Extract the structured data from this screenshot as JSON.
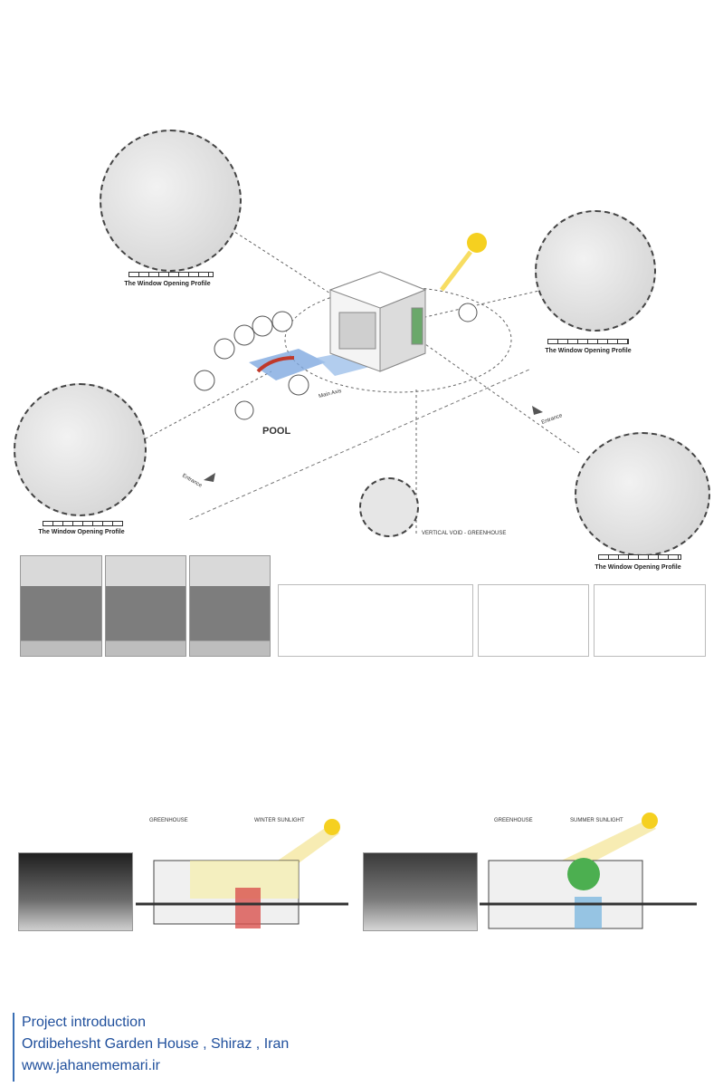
{
  "labels": {
    "window_profile_tl": "The Window Opening Profile",
    "window_profile_tr": "The Window Opening Profile",
    "window_profile_bl": "The Window Opening Profile",
    "window_profile_br": "The Window Opening Profile",
    "pool": "POOL",
    "main_axis": "Main Axis",
    "entrance_left": "Entrance",
    "entrance_right": "Entrance",
    "vertical_void": "VERTICAL VOID - GREENHOUSE",
    "greenhouse_winter": "GREENHOUSE",
    "winter_sunlight": "WINTER SUNLIGHT",
    "greenhouse_summer": "GREENHOUSE",
    "summer_sunlight": "SUMMER SUNLIGHT"
  },
  "footer": {
    "line1": "Project introduction",
    "line2": "Ordibehesht Garden House , Shiraz , Iran",
    "line3": "www.jahanememari.ir"
  },
  "colors": {
    "sun": "#f5d020",
    "pool": "#7fa9e0",
    "greenhouse_red": "#d9534f",
    "green": "#4caf50",
    "footer_text": "#1f4f9c",
    "accent_bar": "#3a6fb5"
  }
}
